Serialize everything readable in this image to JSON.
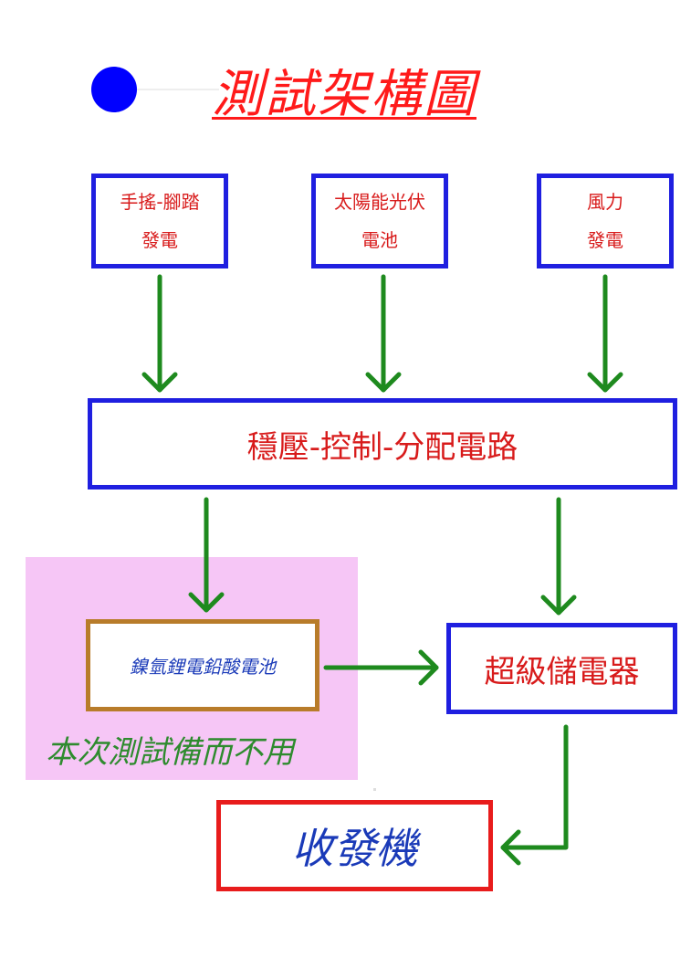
{
  "diagram": {
    "title": "測試架構圖",
    "nodes": {
      "source_hand": {
        "line1": "手搖-腳踏",
        "line2": "發電"
      },
      "source_solar": {
        "line1": "太陽能光伏",
        "line2": "電池"
      },
      "source_wind": {
        "line1": "風力",
        "line2": "發電"
      },
      "regulator": {
        "label": "穩壓-控制-分配電路"
      },
      "battery": {
        "label": "鎳氫鋰電鉛酸電池"
      },
      "supercap": {
        "label": "超級儲電器"
      },
      "transceiver": {
        "label": "收發機"
      }
    },
    "unused_note": "本次測試備而不用",
    "edges": [
      {
        "from": "source_hand",
        "to": "regulator"
      },
      {
        "from": "source_solar",
        "to": "regulator"
      },
      {
        "from": "source_wind",
        "to": "regulator"
      },
      {
        "from": "regulator",
        "to": "battery"
      },
      {
        "from": "regulator",
        "to": "supercap"
      },
      {
        "from": "battery",
        "to": "supercap"
      },
      {
        "from": "supercap",
        "to": "transceiver"
      }
    ],
    "colors": {
      "arrow": "#1e8a1e",
      "box_border_blue": "#1f1fe0",
      "box_border_brown": "#b87c2a",
      "box_border_red": "#e81c1c",
      "text_red": "#d81b1b",
      "text_blue": "#1a3ab8",
      "text_green": "#2e8b2e",
      "title_red": "#ff1a1a",
      "bullet_blue": "#0000ff",
      "region_pink": "#f6c6f6"
    }
  }
}
